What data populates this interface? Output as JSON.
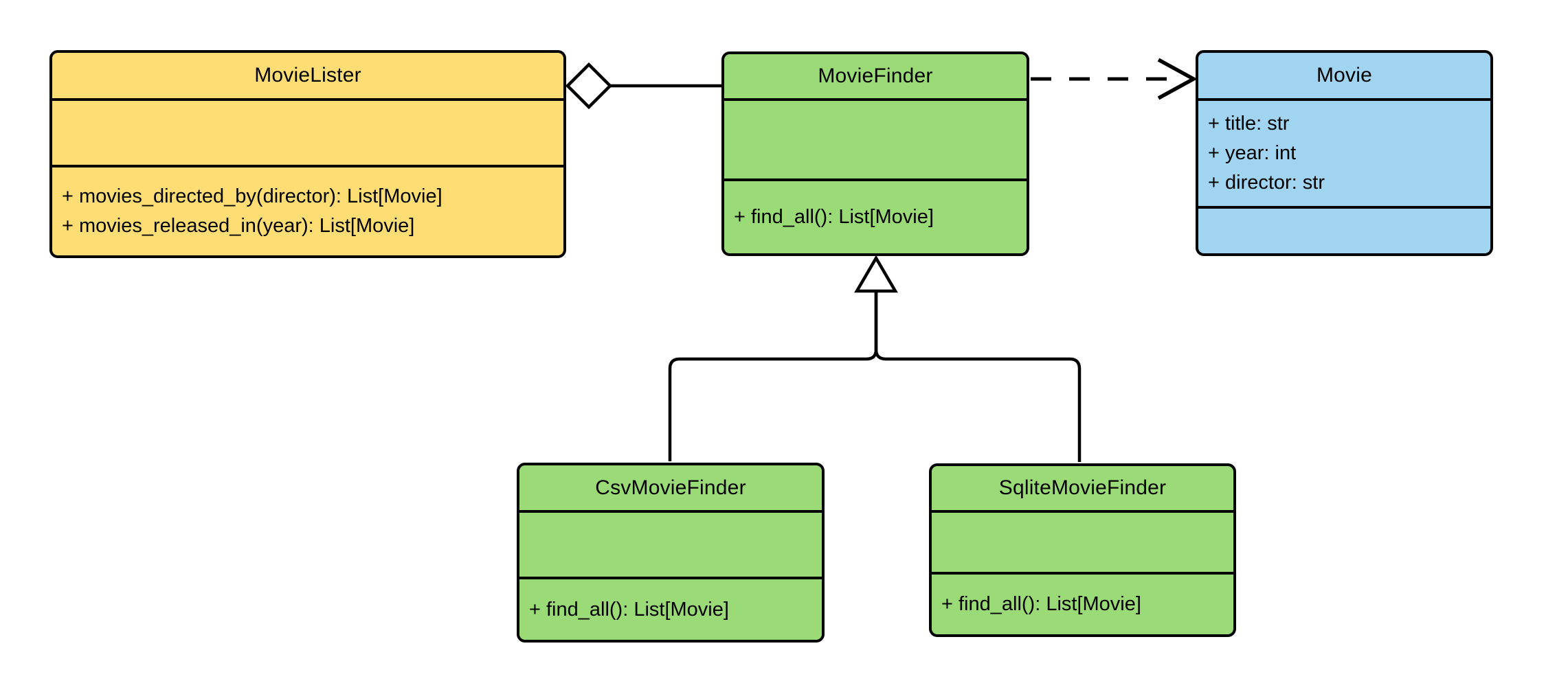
{
  "diagram": {
    "kind": "uml-class-diagram"
  },
  "colors": {
    "class-yellow": "#FFDD75",
    "class-green": "#9ADA77",
    "class-blue": "#A0D4F0",
    "stroke": "#000000",
    "canvas-bg": "#FFFFFF"
  },
  "classes": [
    {
      "name": "MovieLister",
      "color": "#FFDD75",
      "attributes": [],
      "methods": [
        "+ movies_directed_by(director): List[Movie]",
        "+ movies_released_in(year): List[Movie]"
      ]
    },
    {
      "name": "MovieFinder",
      "color": "#9ADA77",
      "attributes": [],
      "methods": [
        "+ find_all(): List[Movie]"
      ]
    },
    {
      "name": "Movie",
      "color": "#A0D4F0",
      "attributes": [
        "+ title: str",
        "+ year: int",
        "+ director: str"
      ],
      "methods": []
    },
    {
      "name": "CsvMovieFinder",
      "color": "#9ADA77",
      "attributes": [],
      "methods": [
        "+ find_all(): List[Movie]"
      ]
    },
    {
      "name": "SqliteMovieFinder",
      "color": "#9ADA77",
      "attributes": [],
      "methods": [
        "+ find_all(): List[Movie]"
      ]
    }
  ],
  "relationships": [
    {
      "type": "aggregation",
      "from": "MovieLister",
      "to": "MovieFinder",
      "line": "solid",
      "marker": "hollow-diamond-at-MovieLister"
    },
    {
      "type": "dependency",
      "from": "MovieFinder",
      "to": "Movie",
      "line": "dashed",
      "marker": "open-arrow-at-Movie"
    },
    {
      "type": "inheritance",
      "from": "CsvMovieFinder",
      "to": "MovieFinder",
      "line": "solid",
      "marker": "hollow-triangle-at-MovieFinder"
    },
    {
      "type": "inheritance",
      "from": "SqliteMovieFinder",
      "to": "MovieFinder",
      "line": "solid",
      "marker": "hollow-triangle-at-MovieFinder"
    }
  ]
}
